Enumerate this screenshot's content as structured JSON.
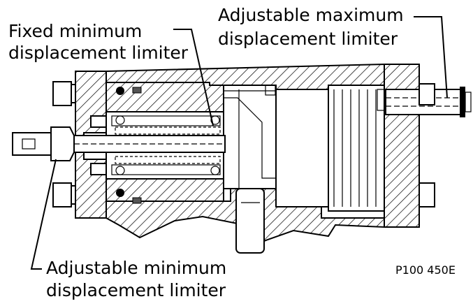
{
  "labels": {
    "fixed_min_line1": "Fixed minimum",
    "fixed_min_line2": "displacement limiter",
    "adj_max_line1": "Adjustable maximum",
    "adj_max_line2": "displacement limiter",
    "adj_min_line1": "Adjustable minimum",
    "adj_min_line2": "displacement limiter",
    "figure_code": "P100 450E"
  }
}
